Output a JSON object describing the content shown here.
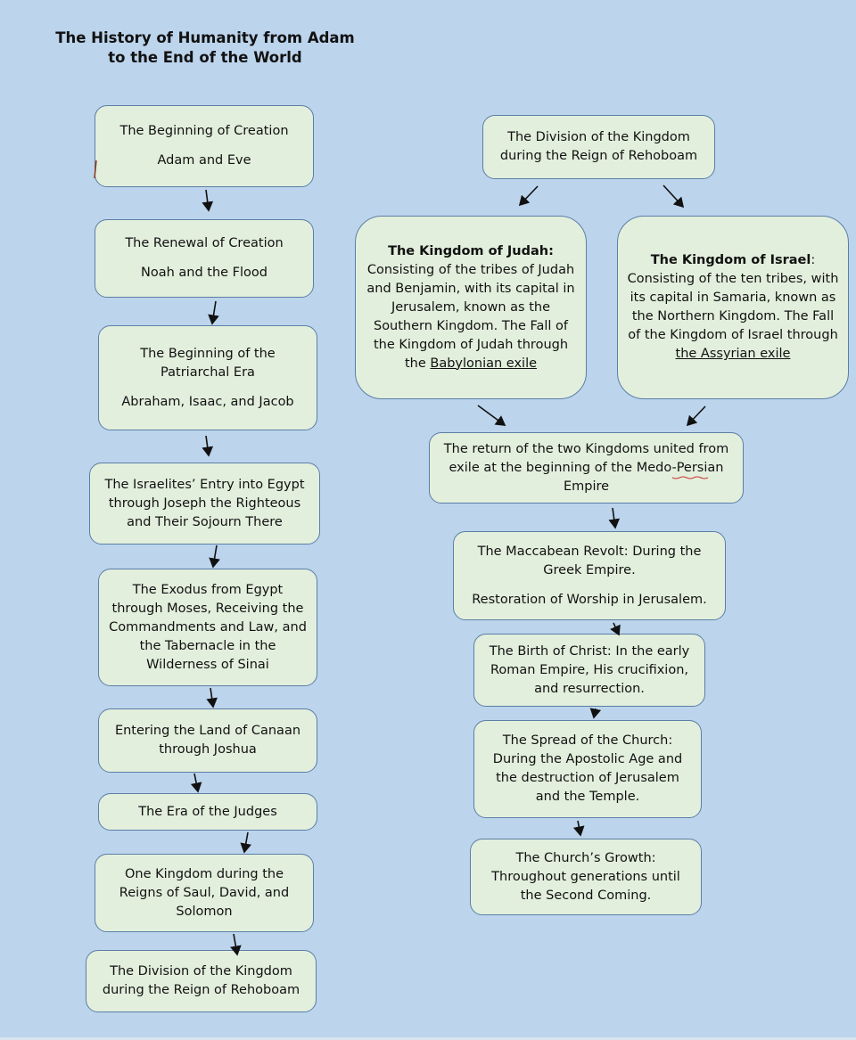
{
  "title": "The History of Humanity from Adam to the End of the World",
  "left": [
    {
      "l1": "The Beginning of Creation",
      "l2": "Adam and Eve"
    },
    {
      "l1": "The Renewal of Creation",
      "l2": "Noah and the Flood"
    },
    {
      "l1": "The Beginning of the Patriarchal Era",
      "l2": "Abraham, Isaac, and Jacob"
    },
    {
      "text": "The Israelites’ Entry into Egypt through Joseph the Righteous and Their Sojourn There"
    },
    {
      "text": "The Exodus from Egypt through Moses, Receiving the Commandments and Law, and the Tabernacle in the Wilderness of Sinai"
    },
    {
      "text": "Entering the Land of Canaan through Joshua"
    },
    {
      "text": "The Era of the Judges"
    },
    {
      "text": "One Kingdom during the Reigns of Saul, David, and Solomon"
    },
    {
      "text": "The Division of the Kingdom during the Reign of Rehoboam"
    }
  ],
  "right": {
    "division": "The Division of the Kingdom during the Reign of Rehoboam",
    "judah": {
      "heading": "The Kingdom of Judah:",
      "body": "Consisting of the tribes of Judah and Benjamin, with its capital in Jerusalem, known as the Southern Kingdom. The Fall of the Kingdom of Judah through the",
      "link": "Babylonian exile"
    },
    "israel": {
      "heading": "The Kingdom of Israel",
      "colon": ":",
      "body": "Consisting of the ten tribes, with its capital in Samaria, known as the Northern Kingdom. The Fall of the Kingdom of Israel through",
      "link": "the Assyrian exile"
    },
    "return": "The return of the two Kingdoms united from exile at the beginning of the Medo-Persian Empire",
    "maccabean": {
      "l1": "The Maccabean Revolt: During the Greek Empire.",
      "l2": "Restoration of Worship in Jerusalem."
    },
    "christ": "The Birth of Christ: In the early Roman Empire, His crucifixion, and resurrection.",
    "church": "The Spread of the Church: During the Apostolic Age and the destruction of Jerusalem and the Temple.",
    "growth": "The Church’s Growth: Throughout generations until the Second Coming."
  }
}
